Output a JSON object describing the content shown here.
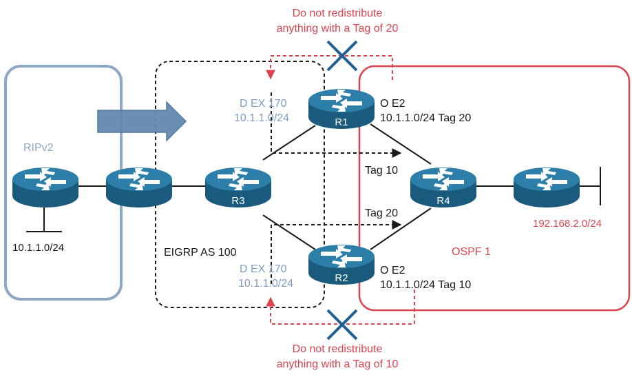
{
  "regions": {
    "rip": "RIPv2",
    "eigrp": "EIGRP AS 100",
    "ospf": "OSPF 1"
  },
  "subnets": {
    "left_lan": "10.1.1.0/24",
    "right_lan": "192.168.2.0/24"
  },
  "routers": {
    "r1": "R1",
    "r2": "R2",
    "r3": "R3",
    "r4": "R4"
  },
  "route_info": {
    "r1_eigrp_type": "D EX 170",
    "r1_eigrp_prefix": "10.1.1.0/24",
    "r1_ospf_type": "O E2",
    "r1_ospf_prefix": "10.1.1.0/24 Tag 20",
    "r2_eigrp_type": "D EX 170",
    "r2_eigrp_prefix": "10.1.1.0/24",
    "r2_ospf_type": "O E2",
    "r2_ospf_prefix": "10.1.1.0/24 Tag 10"
  },
  "tags": {
    "upper": "Tag 10",
    "lower": "Tag 20"
  },
  "rules": {
    "top_line1": "Do not redistribute",
    "top_line2": "anything with a Tag of 20",
    "bottom_line1": "Do not redistribute",
    "bottom_line2": "anything with a Tag of 10"
  },
  "colors": {
    "rip_box": "#8fa7c4",
    "ospf_box": "#d9454f",
    "eigrp_box": "#1a1a1a",
    "eigrp_label": "#7f9cbf",
    "rule_text": "#d9454f",
    "block_x": "#1f5f94",
    "router_top": "#2d7fa9",
    "router_side": "#1a5a7d"
  }
}
